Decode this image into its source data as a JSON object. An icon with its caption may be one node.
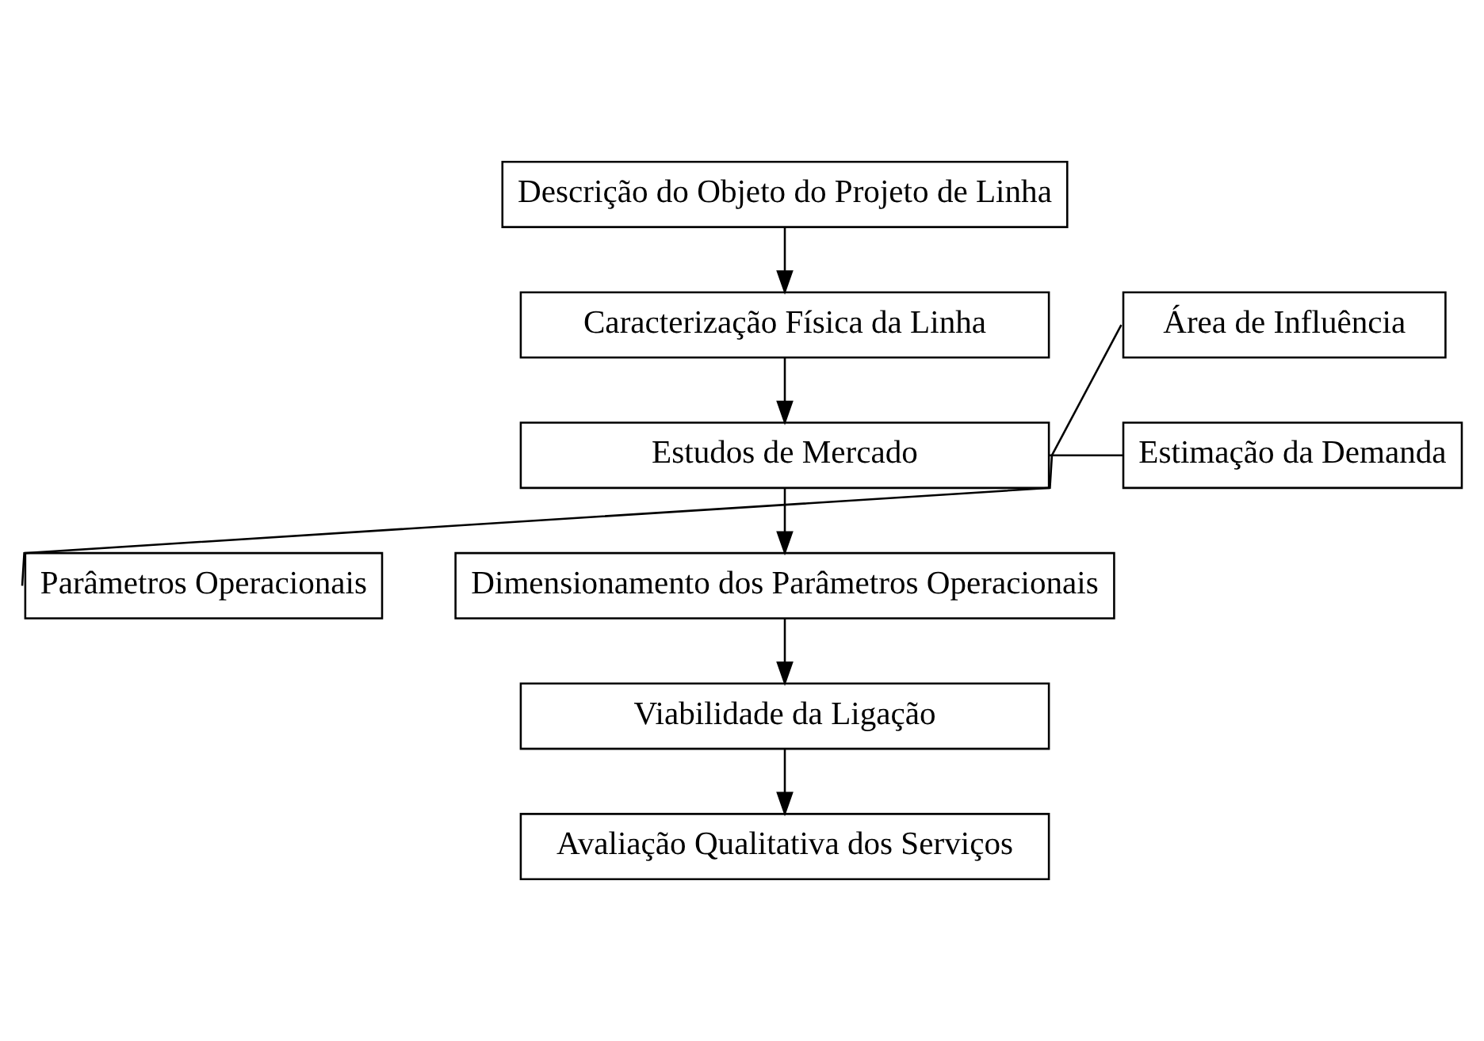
{
  "diagram": {
    "nodes": [
      {
        "text": [
          "Descrição do Objeto do Projeto de Linha"
        ]
      },
      {
        "text": [
          "Caracterização Física da Linha"
        ]
      },
      {
        "text": [
          "Estudos de Mercado"
        ]
      },
      {
        "text": [
          "Área de Influência"
        ]
      },
      {
        "text": [
          "Estimação da Demanda"
        ]
      },
      {
        "text": [
          "Parâmetros Operacionais"
        ]
      },
      {
        "text": [
          "Dimensionamento dos Parâmetros Operacionais"
        ]
      },
      {
        "text": [
          "Viabilidade da Ligação"
        ]
      },
      {
        "text": [
          "Avaliação Qualitativa dos Serviços"
        ]
      }
    ],
    "edges": [
      {
        "from": 0,
        "to": 1,
        "arrow": "to"
      },
      {
        "from": 1,
        "to": 2,
        "arrow": "to"
      },
      {
        "from": 2,
        "to": 3,
        "arrow": "none"
      },
      {
        "from": 2,
        "to": 4,
        "arrow": "none"
      },
      {
        "from": 2,
        "to": 5,
        "arrow": "none"
      },
      {
        "from": 2,
        "to": 6,
        "arrow": "to"
      },
      {
        "from": 6,
        "to": 7,
        "arrow": "to"
      },
      {
        "from": 7,
        "to": 8,
        "arrow": "to"
      }
    ]
  }
}
